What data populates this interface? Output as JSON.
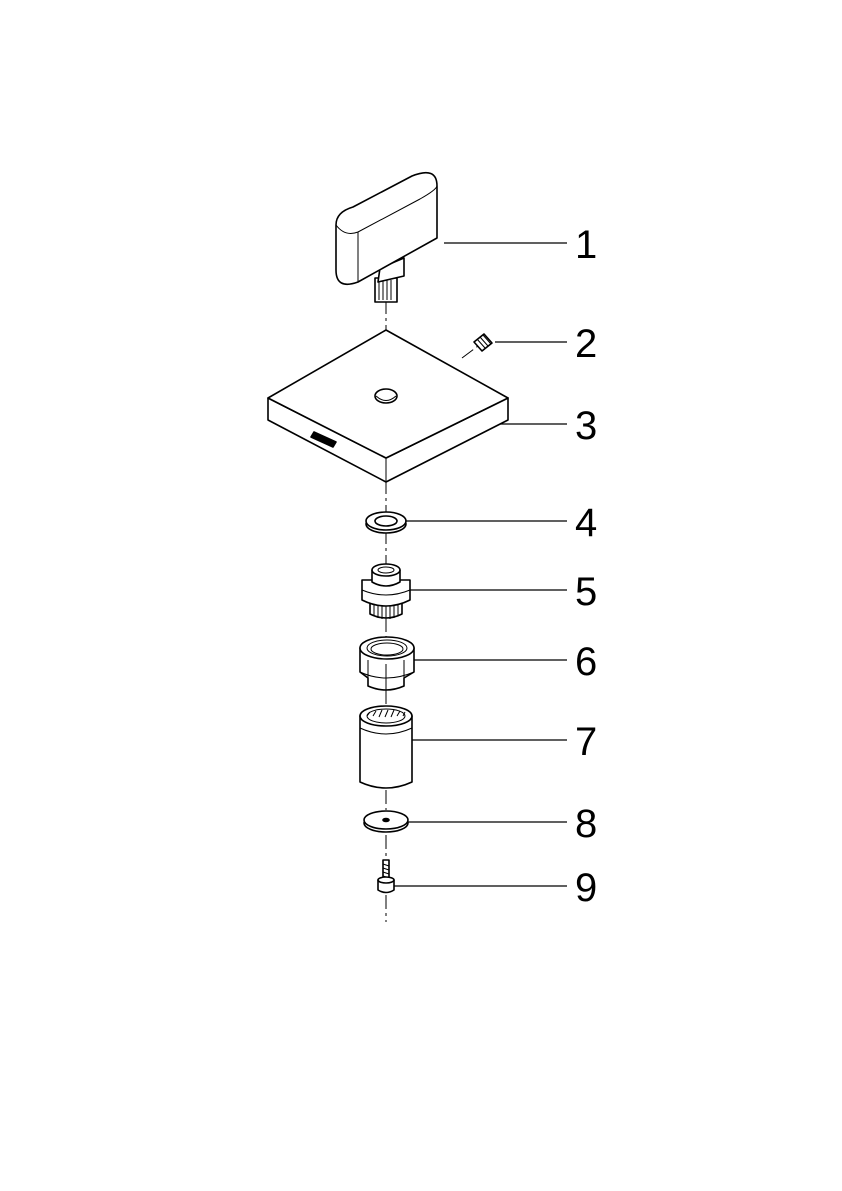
{
  "diagram": {
    "type": "exploded-parts-view",
    "line_color": "#000000",
    "background": "#ffffff",
    "parts": [
      {
        "number": "1",
        "shape": "lever-handle"
      },
      {
        "number": "2",
        "shape": "set-screw"
      },
      {
        "number": "3",
        "shape": "square-rosette-plate"
      },
      {
        "number": "4",
        "shape": "ring"
      },
      {
        "number": "5",
        "shape": "threaded-adapter"
      },
      {
        "number": "6",
        "shape": "threaded-nut"
      },
      {
        "number": "7",
        "shape": "cylindrical-sleeve"
      },
      {
        "number": "8",
        "shape": "washer"
      },
      {
        "number": "9",
        "shape": "screw"
      }
    ]
  }
}
